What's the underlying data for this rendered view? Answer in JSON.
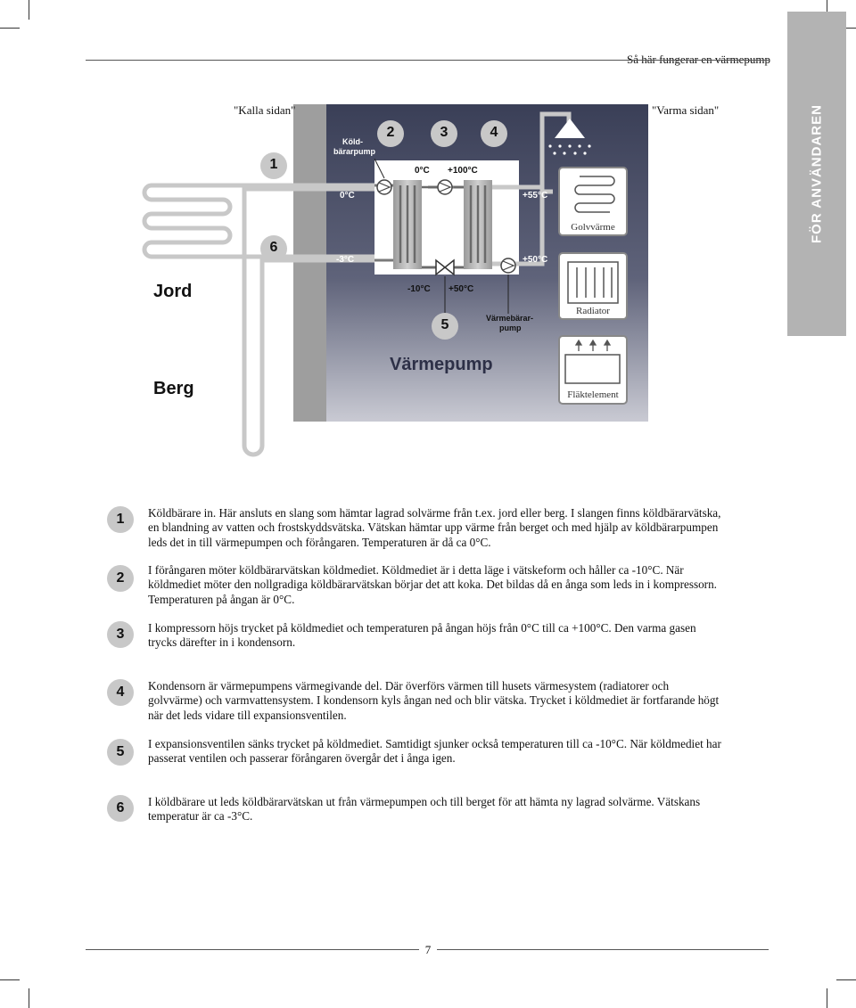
{
  "header": {
    "section_title": "Så här fungerar en värmepump"
  },
  "side_tab": {
    "label": "FÖR ANVÄNDAREN"
  },
  "diagram": {
    "cold_side": "\"Kalla sidan\"",
    "warm_side": "\"Varma sidan\"",
    "koldbararpump_line1": "Köld-",
    "koldbararpump_line2": "bärarpump",
    "circle_1": "1",
    "circle_2": "2",
    "circle_3": "3",
    "circle_4": "4",
    "circle_5": "5",
    "circle_6": "6",
    "t_0": "0°C",
    "t_0_top": "0°C",
    "t_100": "+100°C",
    "t_55": "+55°C",
    "t_m3": "-3°C",
    "t_50_right": "+50°C",
    "t_m10": "-10°C",
    "t_50_bottom": "+50°C",
    "varmebararpump_line1": "Värmebärar-",
    "varmebararpump_line2": "pump",
    "jord": "Jord",
    "berg": "Berg",
    "varmepump": "Värmepump",
    "golvvarme": "Golvvärme",
    "radiator": "Radiator",
    "flaktelement": "Fläktelement"
  },
  "steps": [
    {
      "num": "1",
      "text": "Köldbärare in. Här ansluts en slang som hämtar lagrad solvärme från t.ex. jord eller berg. I slangen finns köldbärarvätska, en blandning av vatten och frostskyddsvätska. Vätskan hämtar upp värme från berget och med hjälp av köldbärarpumpen leds det in till värmepumpen och förångaren. Temperaturen är då ca 0°C."
    },
    {
      "num": "2",
      "text": "I förångaren möter köldbärarvätskan köldmediet. Köldmediet är i detta läge i vätskeform och håller ca -10°C. När köldmediet möter den nollgradiga köldbärarvätskan börjar det att koka. Det bildas då en ånga som leds in i kompressorn. Temperaturen på ångan är 0°C."
    },
    {
      "num": "3",
      "text": "I kompressorn höjs trycket på köldmediet och temperaturen på ångan höjs från 0°C till ca +100°C. Den varma gasen trycks därefter in i kondensorn."
    },
    {
      "num": "4",
      "text": "Kondensorn är värmepumpens värmegivande del. Där överförs värmen till husets värmesystem (radiatorer och golvvärme) och varmvattensystem. I kondensorn kyls ångan ned och blir vätska. Trycket i köldmediet är fortfarande högt när det leds vidare till expansionsventilen."
    },
    {
      "num": "5",
      "text": "I expansionsventilen sänks trycket på köldmediet. Samtidigt sjunker också temperaturen till ca -10°C. När köldmediet har passerat ventilen och passerar förångaren övergår det i ånga igen."
    },
    {
      "num": "6",
      "text": "I köldbärare ut leds köldbärarvätskan ut från värmepumpen och till berget för att hämta ny lagrad solvärme. Vätskans temperatur är ca -3°C."
    }
  ],
  "footer": {
    "page_number": "7"
  }
}
